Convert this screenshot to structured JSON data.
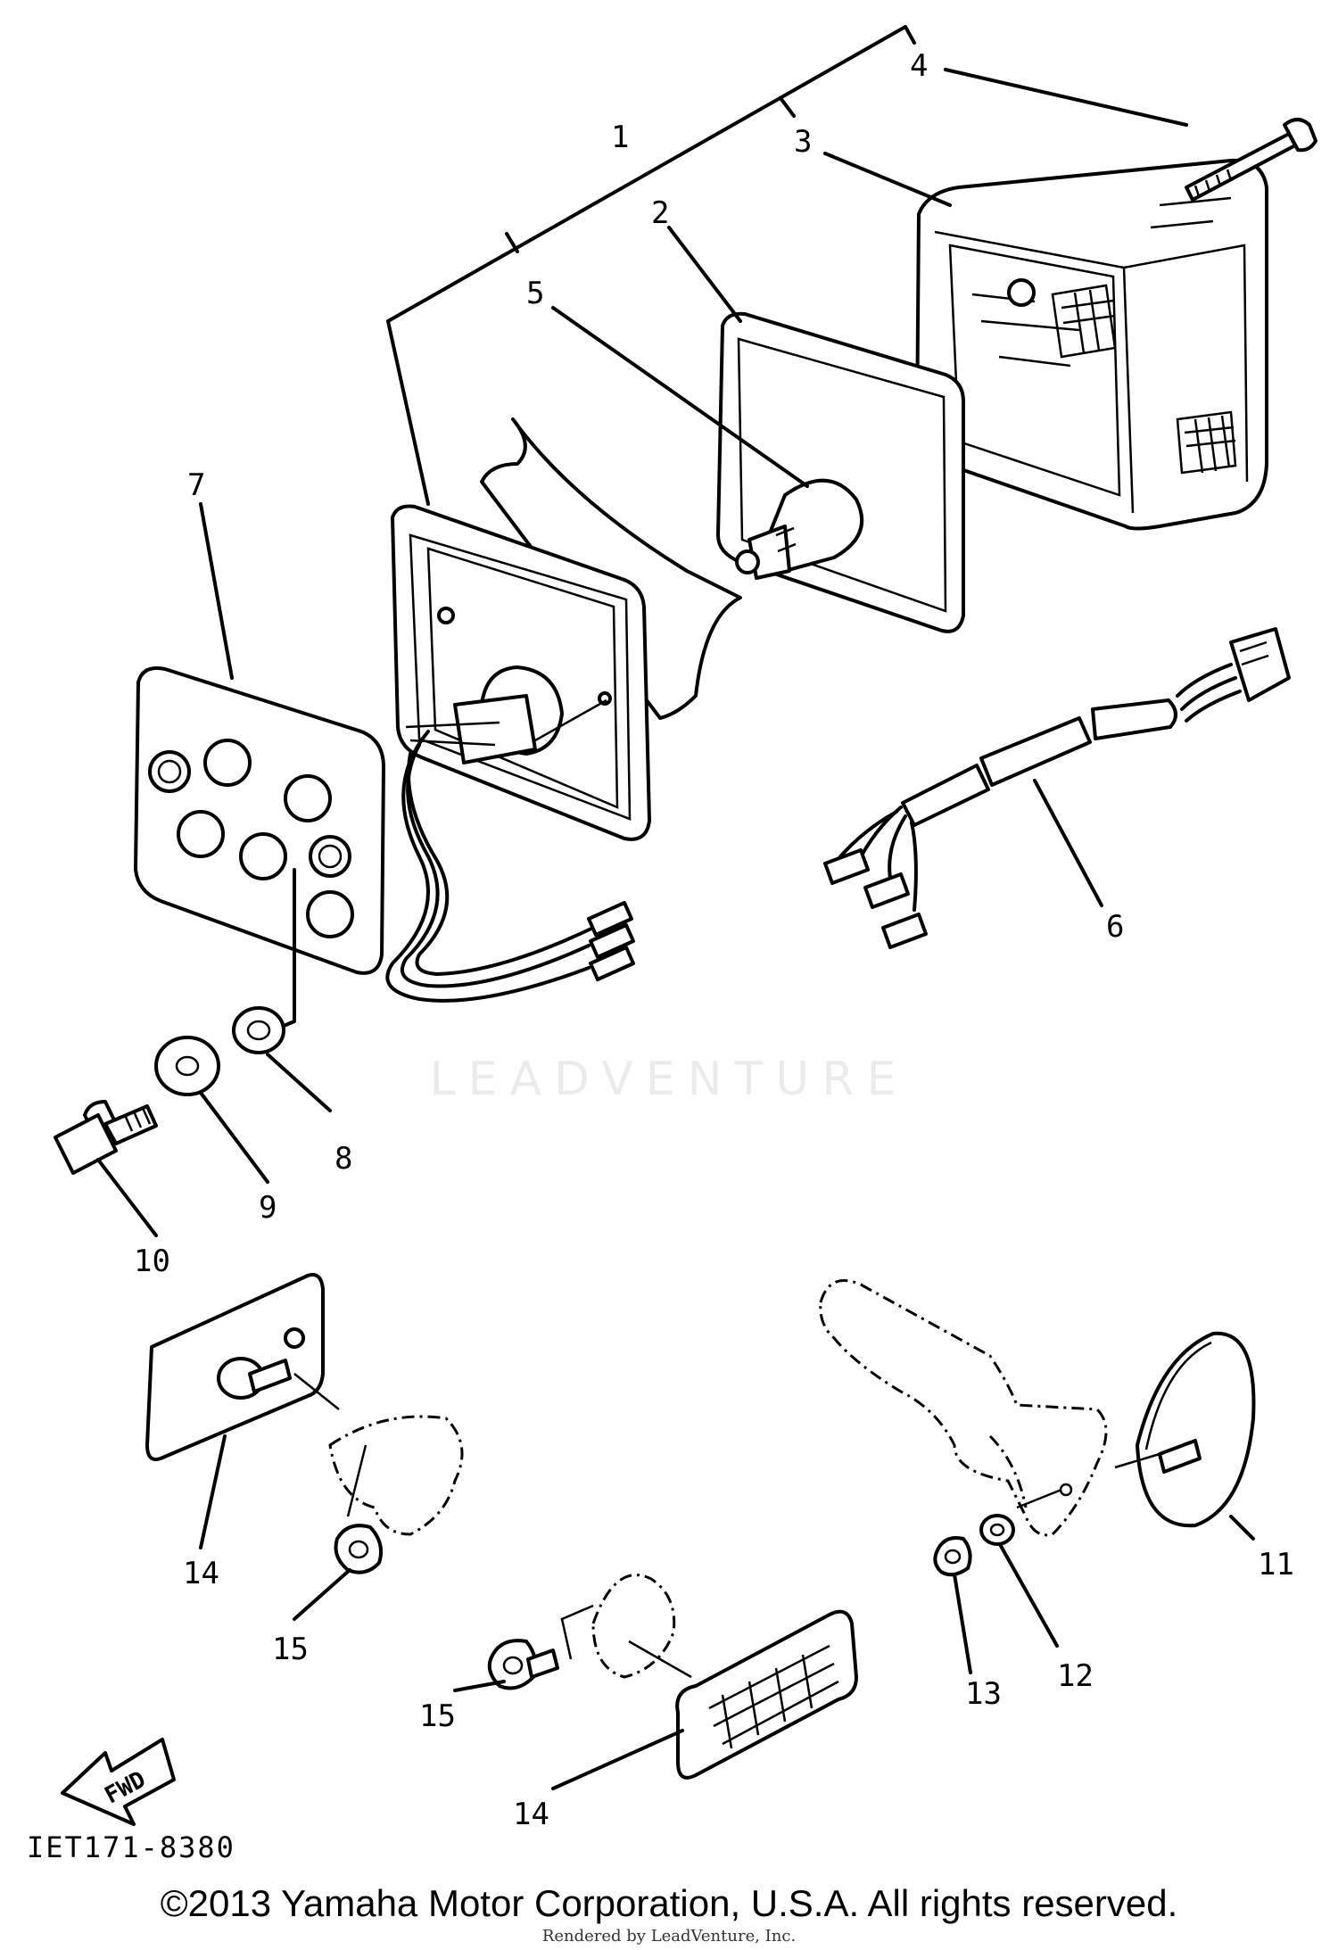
{
  "diagram": {
    "callouts": [
      "1",
      "2",
      "3",
      "4",
      "5",
      "6",
      "7",
      "8",
      "9",
      "10",
      "11",
      "12",
      "13",
      "14",
      "15"
    ],
    "fwd_label": "FWD",
    "doc_code": "IET171-8380"
  },
  "watermark": "LEADVENTURE",
  "footer": {
    "copyright": "©2013 Yamaha Motor Corporation, U.S.A. All rights reserved.",
    "rendered_by": "Rendered by LeadVenture, Inc."
  }
}
